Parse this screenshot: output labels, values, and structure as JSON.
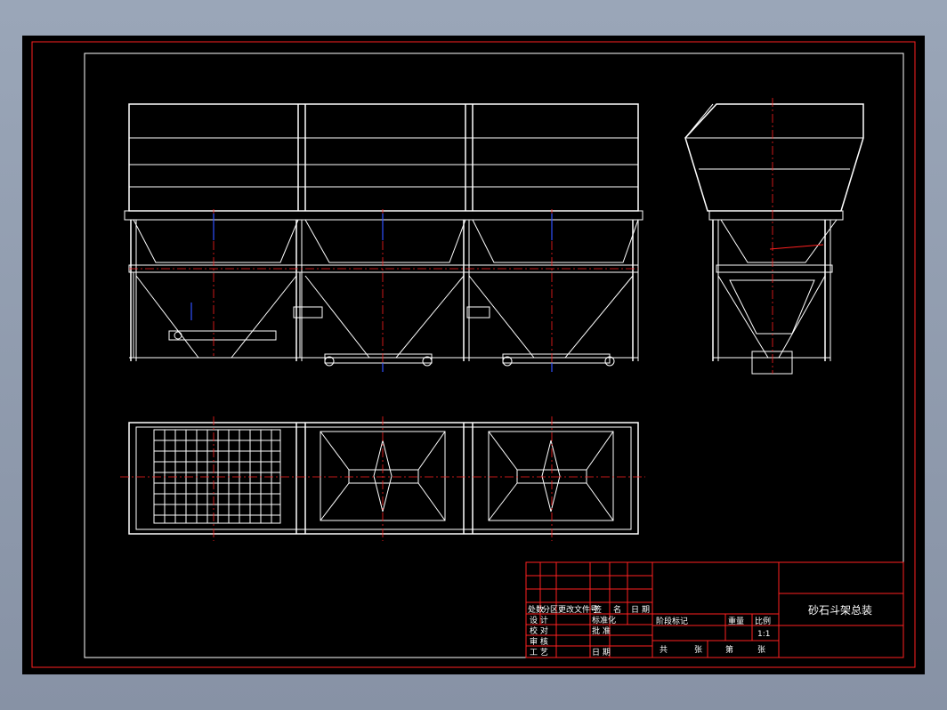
{
  "title_block": {
    "drawing_title": "砂石斗架总装",
    "rev_row": [
      "处数",
      "分区",
      "更改文件号",
      "签",
      "名",
      "日",
      "期"
    ],
    "rows_left": [
      "设 计",
      "校 对",
      "审 核",
      "工 艺"
    ],
    "rows_mid": [
      "标准化",
      "批 准",
      "日 期"
    ],
    "stage_label": "阶段标记",
    "weight_label": "重量",
    "scale_label": "比例",
    "scale_value": "1:1",
    "sheet_total_label": "共",
    "sheet_label": "张",
    "sheet_no_label": "第",
    "sheet_label2": "张"
  },
  "colors": {
    "frame": "#ff2020",
    "lines": "#ffffff",
    "accent": "#3050ff",
    "background": "#000000"
  }
}
